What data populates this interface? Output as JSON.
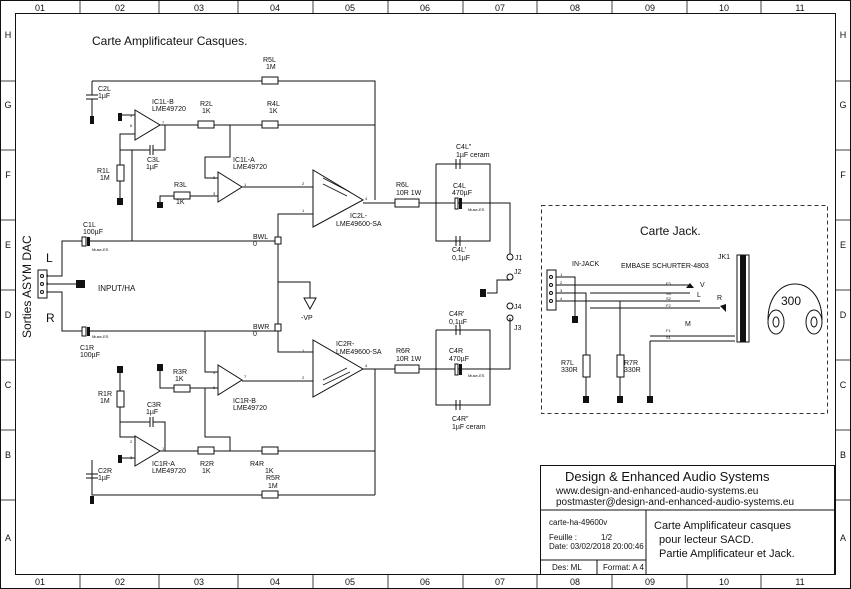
{
  "columns": [
    "01",
    "02",
    "03",
    "04",
    "05",
    "06",
    "07",
    "08",
    "09",
    "10",
    "11"
  ],
  "rows": [
    "H",
    "G",
    "F",
    "E",
    "D",
    "C",
    "B",
    "A"
  ],
  "sheet_title": "Carte Amplificateur Casques.",
  "side_label": "Sorties ASYM DAC",
  "input_label": "INPUT/HA",
  "channel_left": "L",
  "channel_right": "R",
  "jack_card_title": "Carte Jack.",
  "in_jack": "IN-JACK",
  "jk1_ref": "JK1",
  "jk1_value": "EMBASE SCHURTER-4803",
  "headphone_label": "300",
  "vp_label": "-VP",
  "components": {
    "c2l": {
      "ref": "C2L",
      "val": "1µF"
    },
    "ic1lb": {
      "ref": "IC1L-B",
      "val": "LME49720"
    },
    "r2l": {
      "ref": "R2L",
      "val": "1K"
    },
    "r4l": {
      "ref": "R4L",
      "val": "1K"
    },
    "r5l": {
      "ref": "R5L",
      "val": "1M"
    },
    "c3l": {
      "ref": "C3L",
      "val": "1µF"
    },
    "r1l": {
      "ref": "R1L",
      "val": "1M"
    },
    "ic1la": {
      "ref": "IC1L-A",
      "val": "LME49720"
    },
    "r3l": {
      "ref": "R3L",
      "val": "1K"
    },
    "ic2l": {
      "ref": "IC2L-",
      "val": "LME49600-SA"
    },
    "r6l": {
      "ref": "R6L",
      "val": "10R 1W"
    },
    "c4l2": {
      "ref": "C4L\"",
      "val": "1µF ceram"
    },
    "c4l": {
      "ref": "C4L",
      "val": "470µF"
    },
    "c4l1": {
      "ref": "C4L'",
      "val": "0,1µF"
    },
    "c1l": {
      "ref": "C1L",
      "val": "100µF"
    },
    "bwl": {
      "ref": "BWL",
      "val": "0"
    },
    "bwr": {
      "ref": "BWR",
      "val": "0"
    },
    "c1r": {
      "ref": "C1R",
      "val": "100µF"
    },
    "ic2r": {
      "ref": "IC2R-",
      "val": "LME49600-SA"
    },
    "r6r": {
      "ref": "R6R",
      "val": "10R 1W"
    },
    "c4r1": {
      "ref": "C4R'",
      "val": "0,1µF"
    },
    "c4r": {
      "ref": "C4R",
      "val": "470µF"
    },
    "c4r2": {
      "ref": "C4R\"",
      "val": "1µF ceram"
    },
    "r3r": {
      "ref": "R3R",
      "val": "1K"
    },
    "ic1rb": {
      "ref": "IC1R-B",
      "val": "LME49720"
    },
    "r1r": {
      "ref": "R1R",
      "val": "1M"
    },
    "c3r": {
      "ref": "C3R",
      "val": "1µF"
    },
    "ic1ra": {
      "ref": "IC1R-A",
      "val": "LME49720"
    },
    "r2r": {
      "ref": "R2R",
      "val": "1K"
    },
    "r4r": {
      "ref": "R4R",
      "val": "1K"
    },
    "r5r": {
      "ref": "R5R",
      "val": "1M"
    },
    "c2r": {
      "ref": "C2R",
      "val": "1µF"
    },
    "r7l": {
      "ref": "R7L",
      "val": "330R"
    },
    "r7r": {
      "ref": "R7R",
      "val": "330R"
    }
  },
  "cap_brand": "Muse-ES",
  "jacks": [
    "J1",
    "J2",
    "J3",
    "J4"
  ],
  "jk_pins": [
    "F3",
    "S3",
    "S2",
    "F2",
    "F1",
    "S1"
  ],
  "jk_letters": [
    "V",
    "L",
    "R",
    "M"
  ],
  "pins": {
    "one": "1",
    "two": "2",
    "three": "3",
    "four": "4",
    "five": "5",
    "six": "6",
    "seven": "7"
  },
  "title_block": {
    "company": "Design & Enhanced Audio Systems",
    "website": "www.design-and-enhanced-audio-systems.eu",
    "email": "postmaster@design-and-enhanced-audio-systems.eu",
    "file": "carte-ha-49600v",
    "sheet_label": "Feuille :",
    "sheet_value": "1/2",
    "date": "Date: 03/02/2018 20:00:46",
    "title_lines": [
      "Carte Amplificateur casques",
      "pour lecteur SACD.",
      "Partie Amplificateur et Jack."
    ],
    "designer": "Des: ML",
    "format": "Format: A 4"
  }
}
